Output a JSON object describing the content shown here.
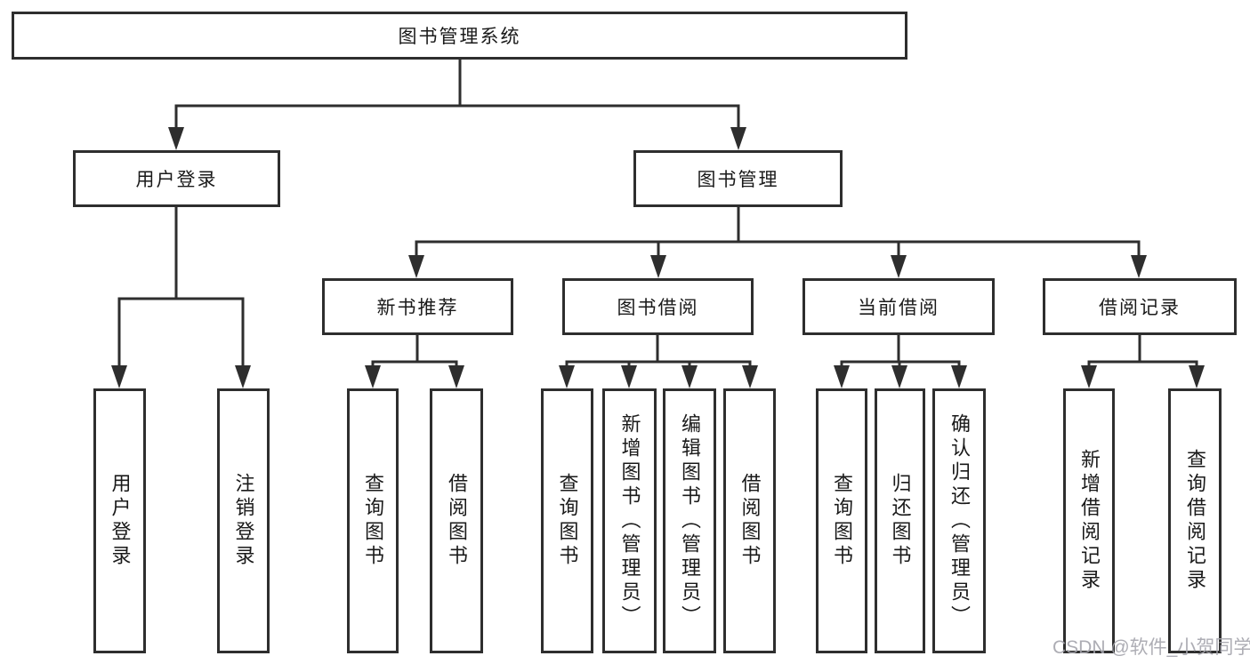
{
  "diagram": {
    "title": "图书管理系统",
    "type": "hierarchy-flowchart"
  },
  "tree": {
    "root": {
      "label": "图书管理系统",
      "children": [
        {
          "label": "用户登录",
          "children": [
            {
              "label": "用户登录"
            },
            {
              "label": "注销登录"
            }
          ]
        },
        {
          "label": "图书管理",
          "children": [
            {
              "label": "新书推荐",
              "children": [
                {
                  "label": "查询图书"
                },
                {
                  "label": "借阅图书"
                }
              ]
            },
            {
              "label": "图书借阅",
              "children": [
                {
                  "label": "查询图书"
                },
                {
                  "label": "新增图书（管理员）"
                },
                {
                  "label": "编辑图书（管理员）"
                },
                {
                  "label": "借阅图书"
                }
              ]
            },
            {
              "label": "当前借阅",
              "children": [
                {
                  "label": "查询图书"
                },
                {
                  "label": "归还图书"
                },
                {
                  "label": "确认归还（管理员）"
                }
              ]
            },
            {
              "label": "借阅记录",
              "children": [
                {
                  "label": "新增借阅记录"
                },
                {
                  "label": "查询借阅记录"
                }
              ]
            }
          ]
        }
      ]
    }
  },
  "watermark": {
    "text": "CSDN @软件_小贺同学"
  },
  "colors": {
    "line": "#2e2e2e",
    "box_border": "#2e2e2e",
    "text": "#1a1a1a",
    "background": "#ffffff",
    "watermark": "#a4a4ac"
  }
}
